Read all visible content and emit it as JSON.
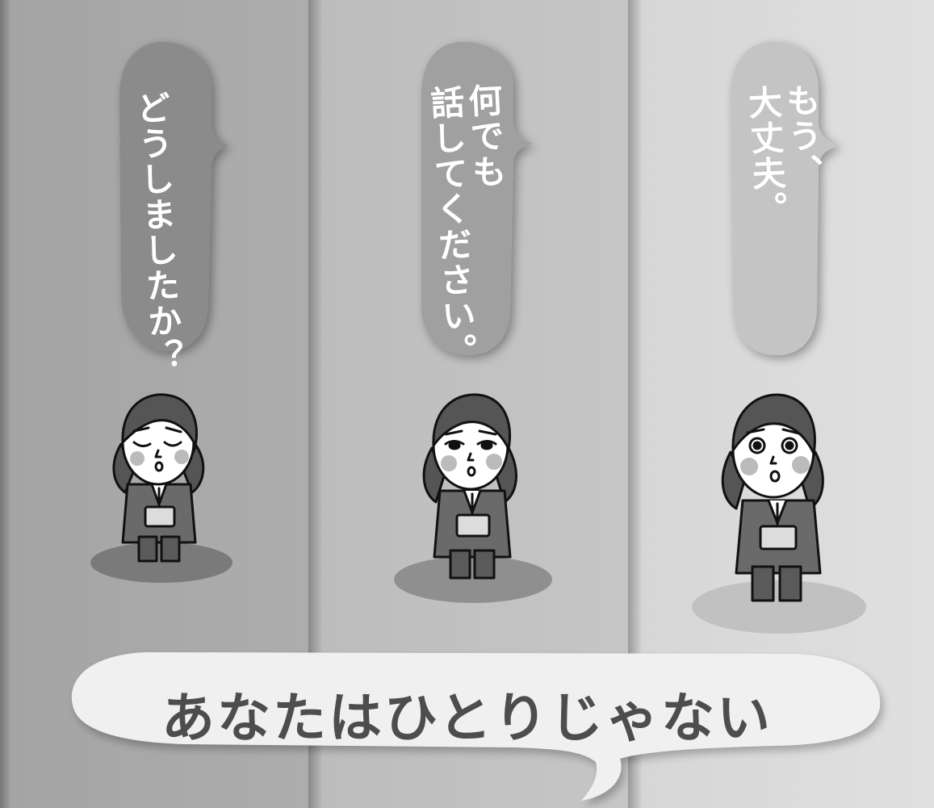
{
  "bubbles": [
    {
      "text": "どうしましたか？"
    },
    {
      "text": "何でも\n話してください。"
    },
    {
      "text": "もう、\n大丈夫。"
    }
  ],
  "caption": "あなたはひとりじゃない",
  "colors": {
    "panel_left": "#a9a9a9",
    "panel_middle": "#c2c2c2",
    "panel_right": "#dcdcdc",
    "bubble_left": "#8a8a8a",
    "bubble_middle": "#a0a0a0",
    "bubble_right": "#c4c4c4",
    "caption_bubble": "#f0f0f0",
    "caption_text": "#4d4d4d"
  },
  "icons": [
    "woman-worried-icon",
    "woman-listening-icon",
    "woman-surprised-icon"
  ]
}
